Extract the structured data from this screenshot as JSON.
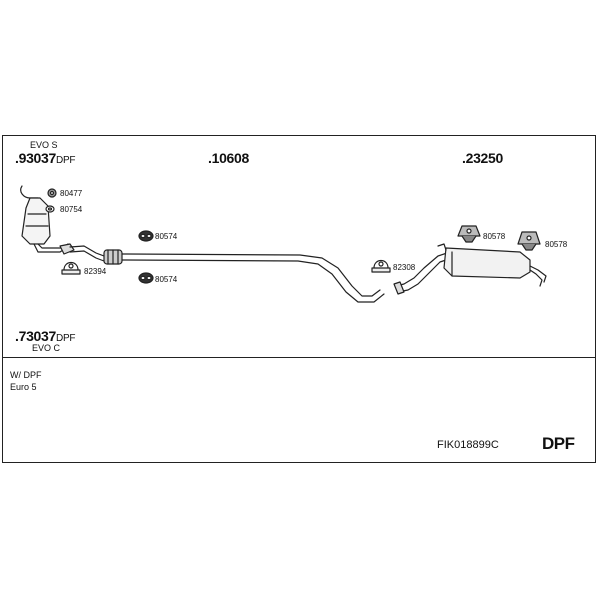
{
  "groups": {
    "left_top": {
      "variant": "EVO S",
      "part": ".93037",
      "suffix": "DPF"
    },
    "middle": {
      "part": ".10608"
    },
    "right": {
      "part": ".23250"
    },
    "left_bottom": {
      "part": ".73037",
      "suffix": "DPF",
      "variant": "EVO C"
    }
  },
  "callouts": {
    "c1": "80477",
    "c2": "80754",
    "c3": "80574",
    "c4": "82394",
    "c5": "80574",
    "c6": "82308",
    "c7": "80578",
    "c8": "80578"
  },
  "notes": {
    "line1": "W/ DPF",
    "line2": "Euro 5"
  },
  "footer": {
    "code": "FIK018899C",
    "badge": "DPF"
  }
}
